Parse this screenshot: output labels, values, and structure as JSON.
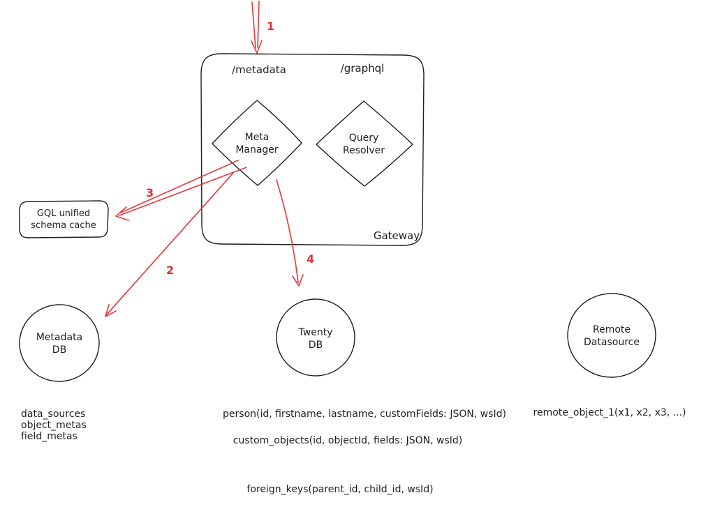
{
  "colors": {
    "ink": "#1e1e1e",
    "accent_red": "#e03131",
    "background": "#ffffff"
  },
  "gateway": {
    "label": "Gateway",
    "endpoints": {
      "metadata": "/metadata",
      "graphql": "/graphql"
    },
    "meta_manager": {
      "line1": "Meta",
      "line2": "Manager"
    },
    "query_resolver": {
      "line1": "Query",
      "line2": "Resolver"
    }
  },
  "schema_cache": {
    "line1": "GQL unified",
    "line2": "schema cache"
  },
  "databases": {
    "metadata_db": {
      "line1": "Metadata",
      "line2": "DB",
      "tables": [
        "data_sources",
        "object_metas",
        "field_metas"
      ]
    },
    "twenty_db": {
      "line1": "Twenty",
      "line2": "DB",
      "tables": [
        "person(id, firstname, lastname, customFields: JSON, wsId)",
        "custom_objects(id, objectId, fields: JSON, wsId)",
        "foreign_keys(parent_id, child_id, wsId)"
      ]
    },
    "remote_datasource": {
      "line1": "Remote",
      "line2": "Datasource",
      "tables": [
        "remote_object_1(x1, x2, x3, ...)"
      ]
    }
  },
  "arrows": {
    "step1": "1",
    "step2": "2",
    "step3": "3",
    "step4": "4"
  }
}
